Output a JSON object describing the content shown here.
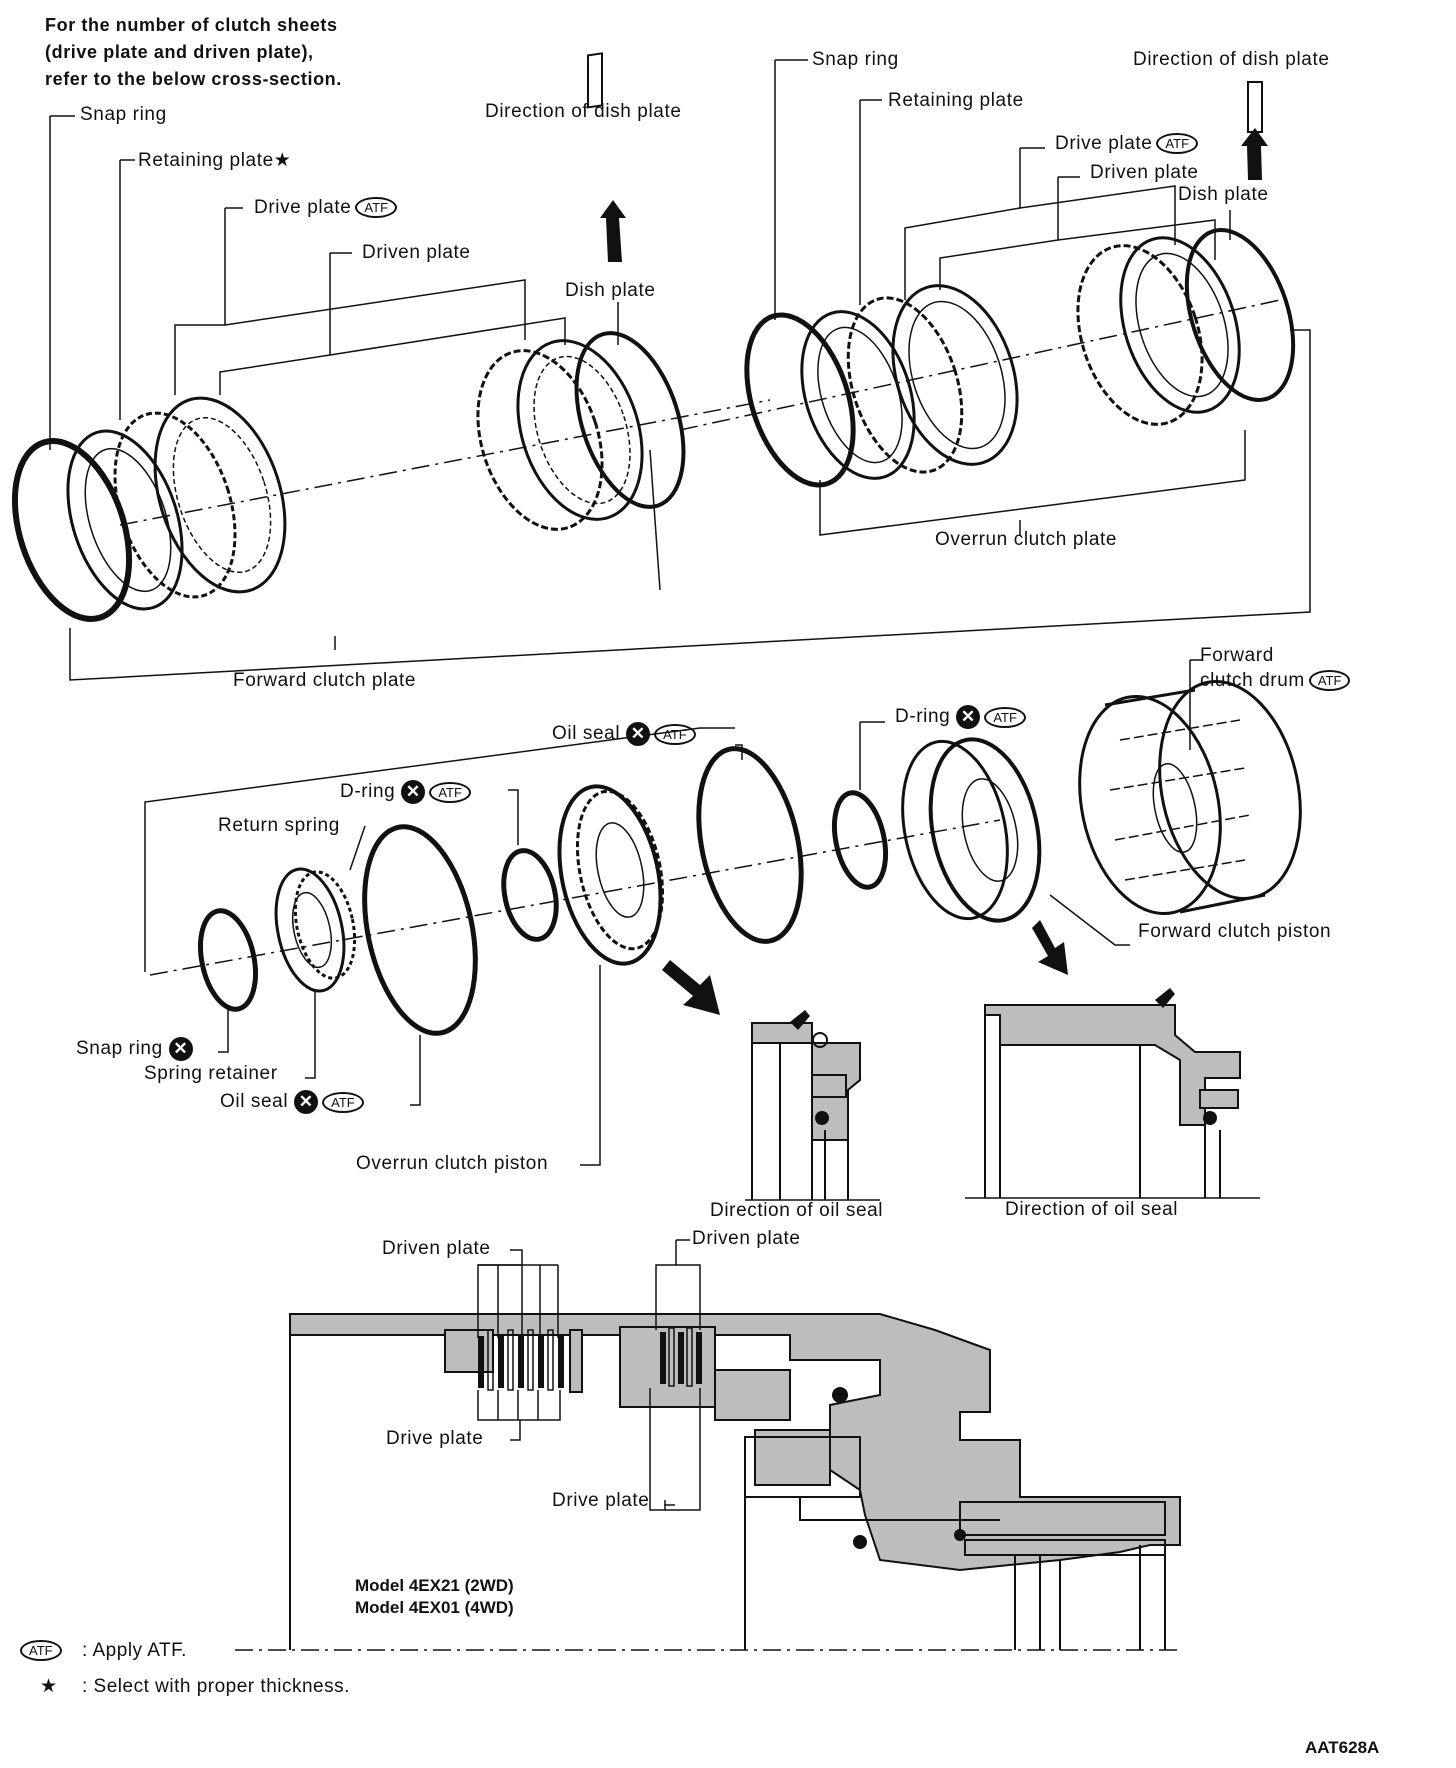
{
  "note": {
    "line1": "For the number of clutch sheets",
    "line2": "(drive plate and driven plate),",
    "line3": "refer to the below cross-section."
  },
  "labels": {
    "snap_ring_left": "Snap ring",
    "retaining_plate_left": "Retaining plate",
    "star": "★",
    "drive_plate_left": "Drive plate",
    "driven_plate_left": "Driven plate",
    "direction_dish_left": "Direction of dish plate",
    "dish_plate_left": "Dish plate",
    "forward_clutch_plate": "Forward clutch plate",
    "snap_ring_right": "Snap ring",
    "direction_dish_right": "Direction of dish plate",
    "retaining_plate_right": "Retaining plate",
    "drive_plate_right": "Drive plate",
    "driven_plate_right": "Driven plate",
    "dish_plate_right": "Dish plate",
    "overrun_clutch_plate": "Overrun clutch plate",
    "forward_clutch_drum_1": "Forward",
    "forward_clutch_drum_2": "clutch drum",
    "oil_seal_top": "Oil seal",
    "d_ring_right": "D-ring",
    "d_ring_left": "D-ring",
    "return_spring": "Return spring",
    "forward_clutch_piston": "Forward clutch piston",
    "snap_ring_bottom": "Snap ring",
    "spring_retainer": "Spring retainer",
    "oil_seal_bottom": "Oil seal",
    "overrun_clutch_piston": "Overrun clutch piston",
    "direction_oil_seal_1": "Direction of oil seal",
    "direction_oil_seal_2": "Direction of oil seal",
    "driven_plate_cs1": "Driven plate",
    "driven_plate_cs2": "Driven plate",
    "drive_plate_cs1": "Drive plate",
    "drive_plate_cs2": "Drive plate"
  },
  "symbols": {
    "atf": "ATF",
    "x": "✕"
  },
  "model": {
    "line1": "Model 4EX21 (2WD)",
    "line2": "Model 4EX01 (4WD)"
  },
  "legend": {
    "atf_symbol": "ATF",
    "atf_text": ": Apply ATF.",
    "star_symbol": "★",
    "star_text": ": Select with proper thickness."
  },
  "figure_code": "AAT628A"
}
